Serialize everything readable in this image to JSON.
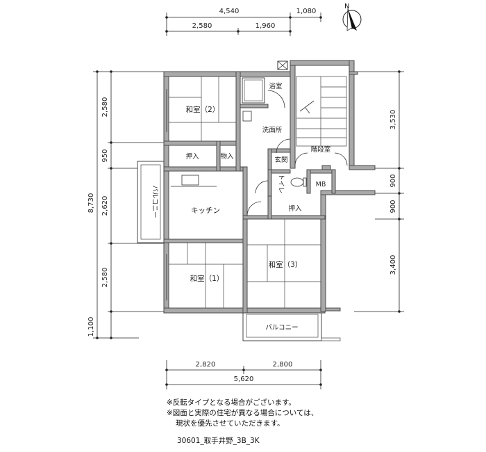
{
  "dimensions": {
    "top": {
      "overall_1": "4,540",
      "overall_2": "1,080",
      "sub_1": "2,580",
      "sub_2": "1,960"
    },
    "left": {
      "total": "8,730",
      "seg_1": "2,580",
      "seg_2": "950",
      "seg_3": "2,620",
      "seg_4": "2,580",
      "seg_5": "1,100"
    },
    "right": {
      "seg_1": "3,530",
      "seg_2": "900",
      "seg_3": "900",
      "seg_4": "3,400"
    },
    "bottom": {
      "sub_1": "2,820",
      "sub_2": "2,800",
      "total": "5,620"
    }
  },
  "rooms": {
    "washitsu_2": "和室（2）",
    "bath": "浴室",
    "washroom": "洗面所",
    "stairs": "階段室",
    "oshiire_1": "押入",
    "storage": "物入",
    "entrance": "玄関",
    "toilet": "トイレ",
    "mb": "MB",
    "balcony_left": "バルコニー",
    "kitchen": "キッチン",
    "oshiire_2": "押入",
    "washitsu_1": "和室（1）",
    "washitsu_3": "和室（3）",
    "balcony_bottom": "バルコニー"
  },
  "compass": {
    "label": "N"
  },
  "notes": {
    "line_1": "※反転タイプとなる場合がございます。",
    "line_2": "※図面と実際の住宅が異なる場合については、",
    "line_3": "現状を優先させていただきます。",
    "code": "30601_取手井野_3B_3K"
  },
  "colors": {
    "wall": "#a9a9a9",
    "line": "#333333"
  }
}
